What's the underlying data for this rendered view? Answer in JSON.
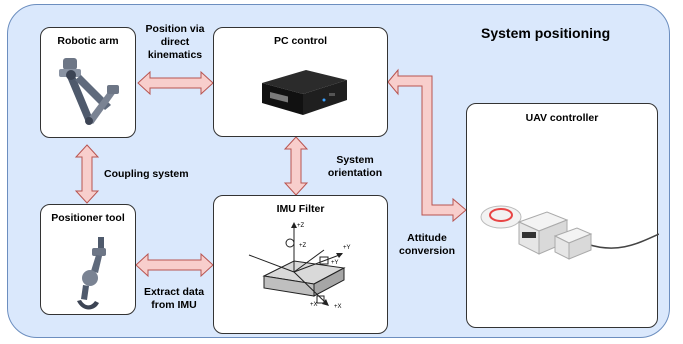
{
  "diagram": {
    "title": "System positioning",
    "nodes": {
      "robotic_arm": "Robotic arm",
      "pc_control": "PC control",
      "positioner_tool": "Positioner tool",
      "imu_filter": "IMU Filter",
      "uav_controller": "UAV controller"
    },
    "edge_labels": {
      "position_line1": "Position via",
      "position_line2": "direct",
      "position_line3": "kinematics",
      "coupling": "Coupling system",
      "orientation_line1": "System",
      "orientation_line2": "orientation",
      "extract_line1": "Extract data",
      "extract_line2": "from IMU",
      "attitude_line1": "Attitude",
      "attitude_line2": "conversion"
    },
    "imu_axes": {
      "z": "+Z",
      "y": "+Y",
      "x": "+X"
    },
    "colors": {
      "panel_fill": "#dae8fc",
      "panel_border": "#6c8ebf",
      "arrow_fill": "#f8cecc",
      "arrow_border": "#b85450"
    }
  }
}
